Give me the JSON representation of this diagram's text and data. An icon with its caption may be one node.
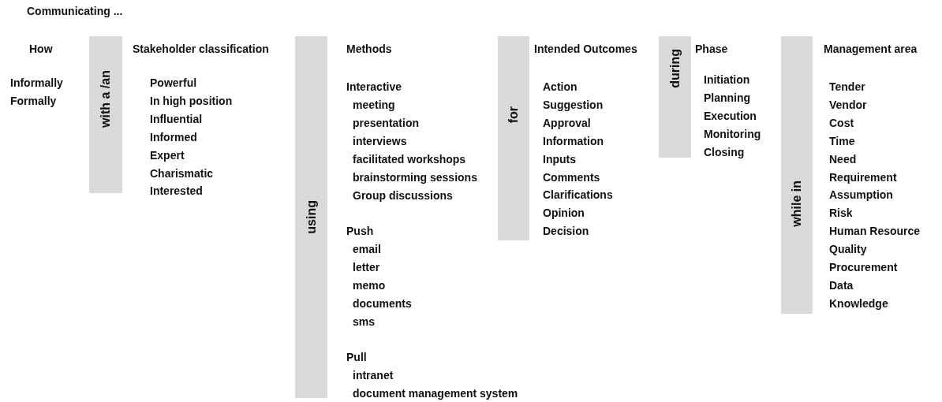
{
  "diagram": {
    "title": "Communicating ...",
    "nodes": [
      {
        "text": [
          "with a /an"
        ]
      },
      {
        "text": [
          "using"
        ]
      },
      {
        "text": [
          "for"
        ]
      },
      {
        "text": [
          "during"
        ]
      },
      {
        "text": [
          "while in"
        ]
      }
    ],
    "labels": [
      "How",
      "Informally",
      "Formally",
      "Stakeholder classification",
      "Powerful",
      "In high position",
      "Influential",
      "Informed",
      "Expert",
      "Charismatic",
      "Interested",
      "Methods",
      "Interactive",
      "meeting",
      "presentation",
      "interviews",
      "facilitated workshops",
      "brainstorming sessions",
      "Group discussions",
      "Push",
      "email",
      "letter",
      "memo",
      "documents",
      "sms",
      "Pull",
      "intranet",
      "document management system",
      "Intended Outcomes",
      "Action",
      "Suggestion",
      "Approval",
      "Information",
      "Inputs",
      "Comments",
      "Clarifications",
      "Opinion",
      "Decision",
      "Phase",
      "Initiation",
      "Planning",
      "Execution",
      "Monitoring",
      "Closing",
      "Management area",
      "Tender",
      "Vendor",
      "Cost",
      "Time",
      "Need",
      "Requirement",
      "Assumption",
      "Risk",
      "Human Resource",
      "Quality",
      "Procurement",
      "Data",
      "Knowledge"
    ]
  }
}
